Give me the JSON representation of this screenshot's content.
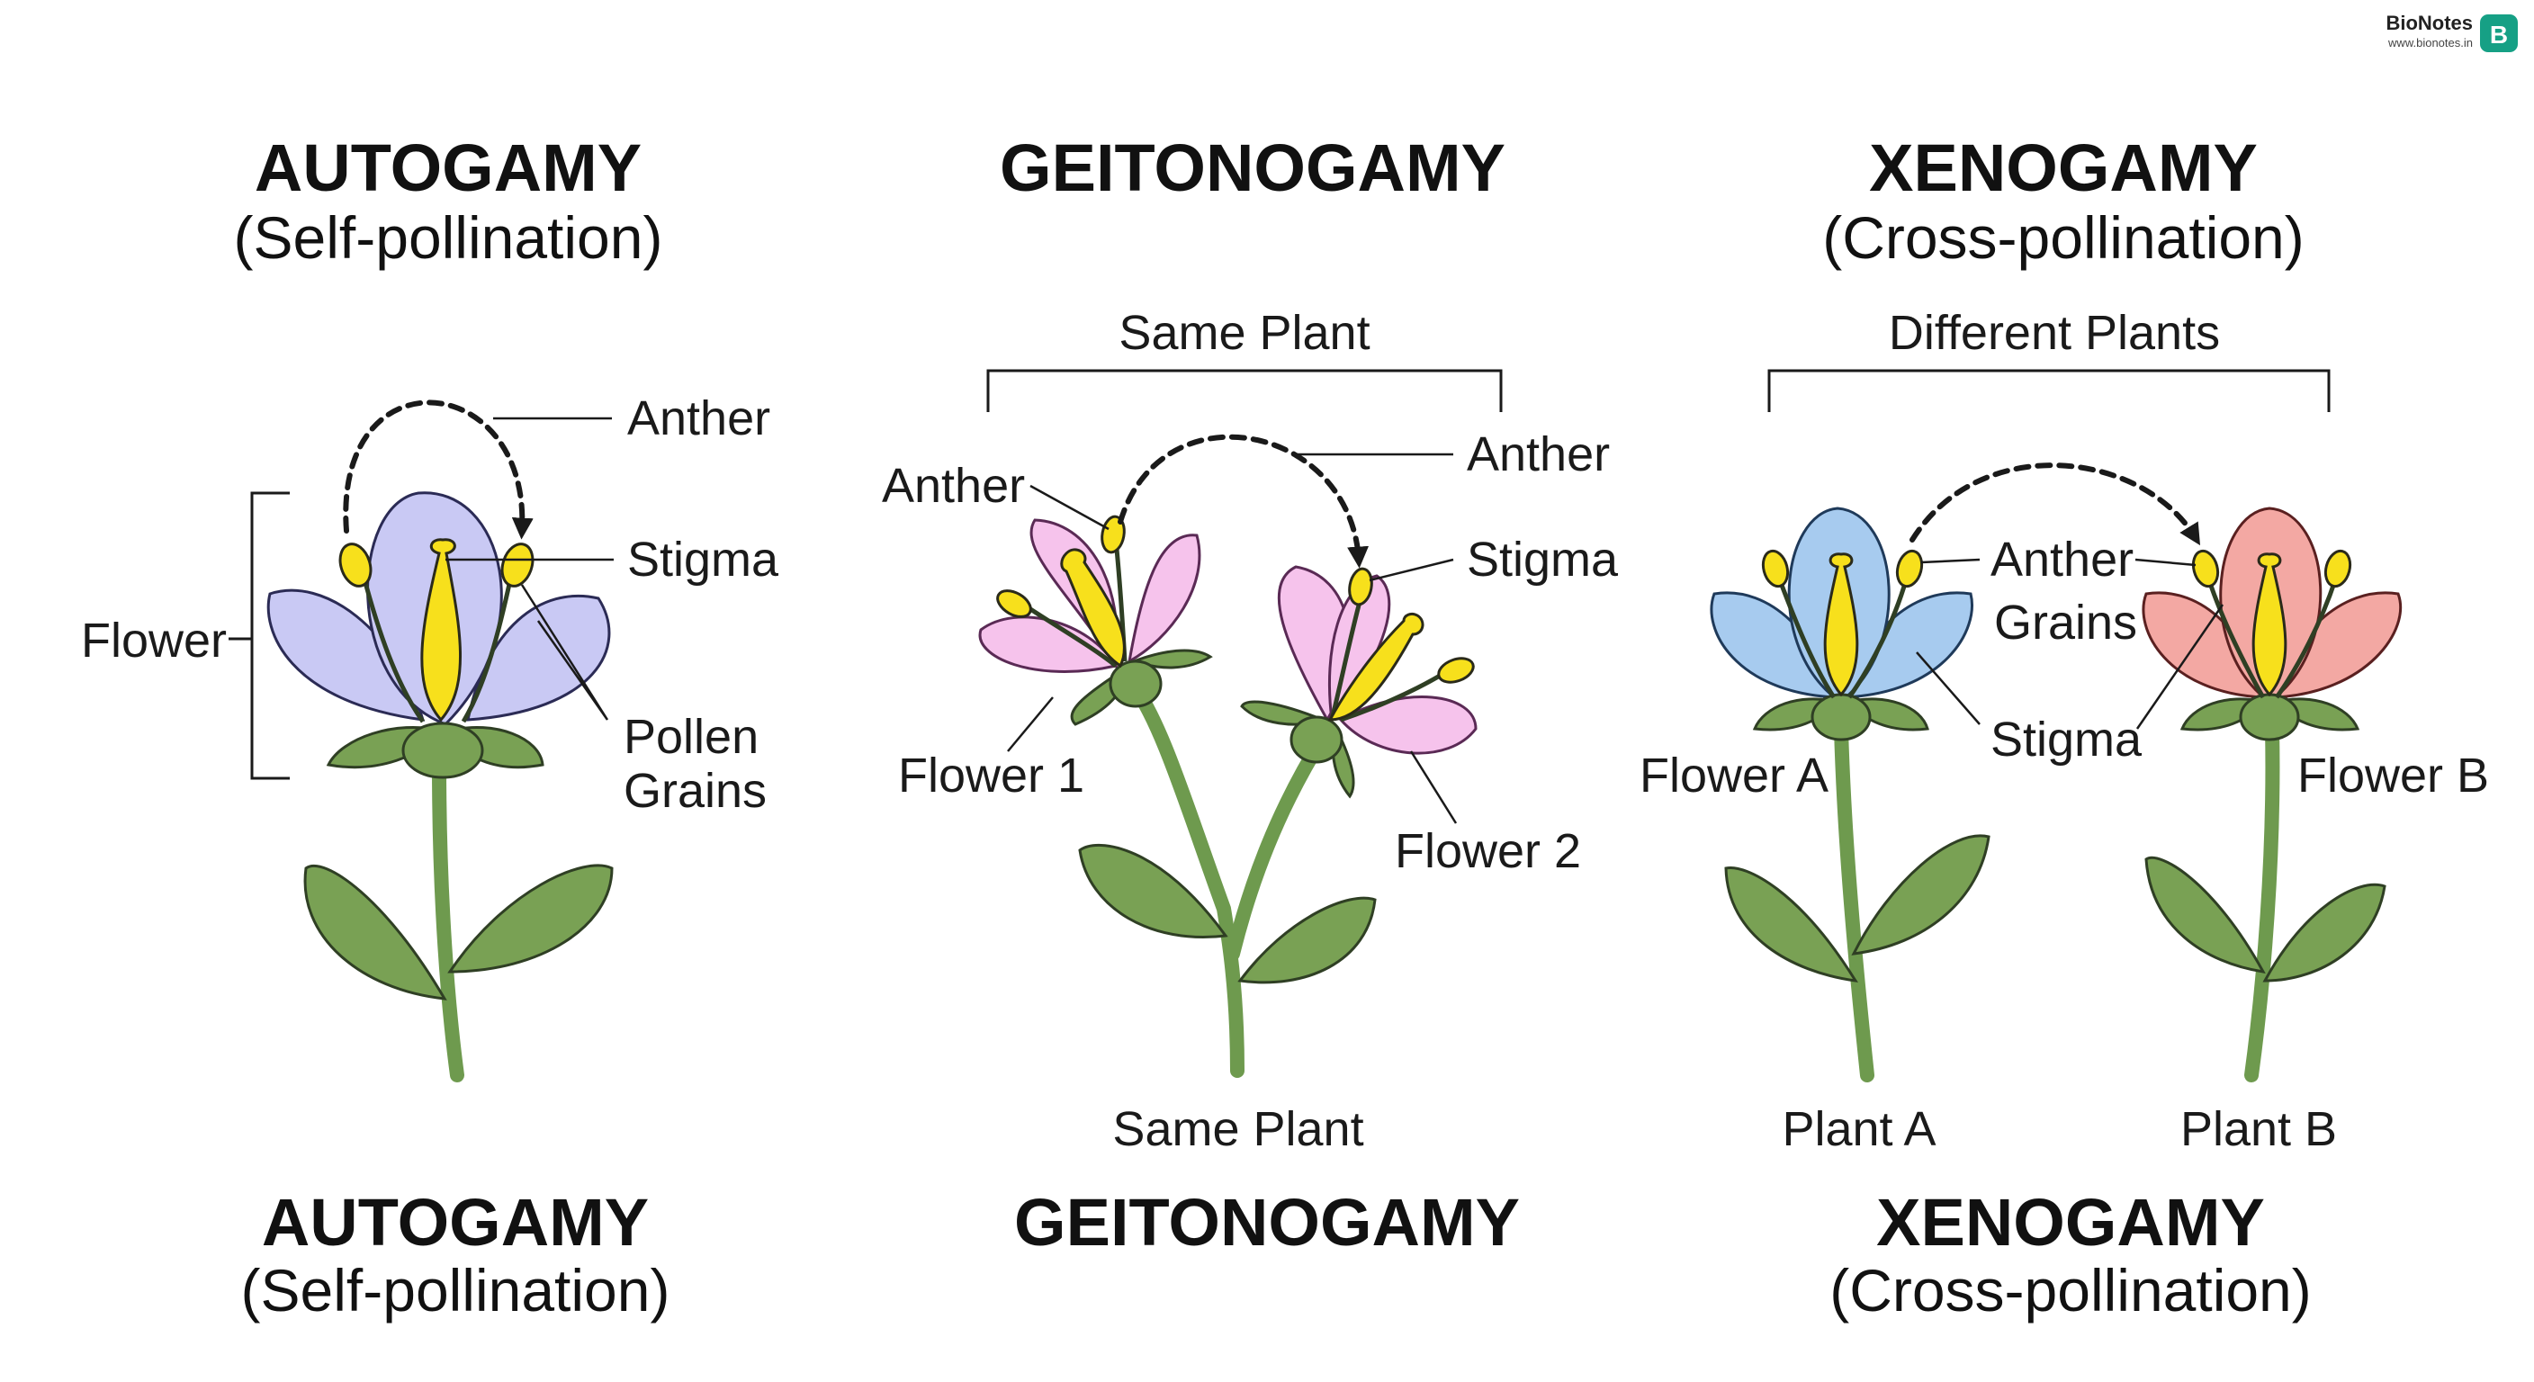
{
  "brand": {
    "name": "BioNotes",
    "url": "www.bionotes.in",
    "logo_letter": "B",
    "logo_color": "#16a085"
  },
  "colors": {
    "autogamy_petal": "#c9c9f4",
    "geitonogamy_petal": "#f6c3ec",
    "xenogamy_petal_a": "#a7cbef",
    "xenogamy_petal_b": "#f3a8a3",
    "pistil": "#f7e01c",
    "leaf": "#79a154"
  },
  "autogamy": {
    "title": "AUTOGAMY",
    "subtitle": "(Self-pollination)",
    "labels": {
      "anther": "Anther",
      "stigma": "Stigma",
      "flower": "Flower",
      "pollen_1": "Pollen",
      "pollen_2": "Grains"
    },
    "footer_title": "AUTOGAMY",
    "footer_subtitle": "(Self-pollination)"
  },
  "geitonogamy": {
    "title": "GEITONOGAMY",
    "bracket_label": "Same Plant",
    "labels": {
      "anther_left": "Anther",
      "anther_right": "Anther",
      "stigma": "Stigma",
      "flower_1": "Flower 1",
      "flower_2": "Flower 2",
      "plant": "Same Plant"
    },
    "footer_title": "GEITONOGAMY"
  },
  "xenogamy": {
    "title": "XENOGAMY",
    "subtitle": "(Cross-pollination)",
    "bracket_label": "Different Plants",
    "labels": {
      "anther": "Anther",
      "grains": "Grains",
      "stigma": "Stigma",
      "flower_a": "Flower A",
      "flower_b": "Flower B",
      "plant_a": "Plant A",
      "plant_b": "Plant B"
    },
    "footer_title": "XENOGAMY",
    "footer_subtitle": "(Cross-pollination)"
  }
}
